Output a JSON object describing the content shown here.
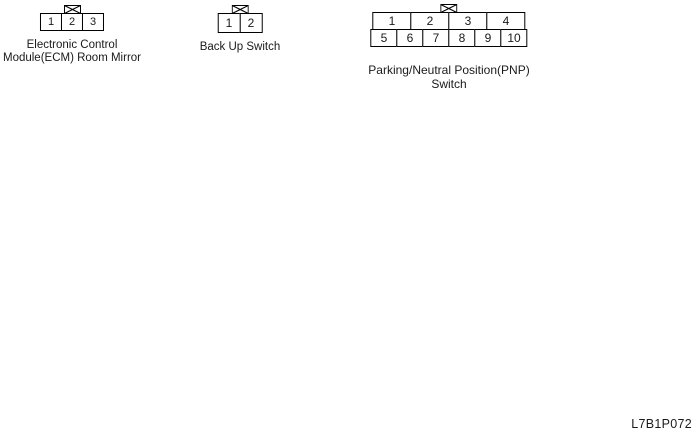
{
  "connectors": [
    {
      "name": "ecm-room-mirror",
      "label_line1": "Electronic Control",
      "label_line2": "Module(ECM) Room Mirror",
      "rows": [
        [
          "1",
          "2",
          "3"
        ]
      ]
    },
    {
      "name": "back-up-switch",
      "label_line1": "Back Up Switch",
      "label_line2": "",
      "rows": [
        [
          "1",
          "2"
        ]
      ]
    },
    {
      "name": "pnp-switch",
      "label_line1": "Parking/Neutral Position(PNP)",
      "label_line2": "Switch",
      "rows": [
        [
          "1",
          "2",
          "3",
          "4"
        ],
        [
          "5",
          "6",
          "7",
          "8",
          "9",
          "10"
        ]
      ]
    }
  ],
  "figure_code": "L7B1P072",
  "colors": {
    "line": "#000000",
    "background": "#ffffff"
  }
}
